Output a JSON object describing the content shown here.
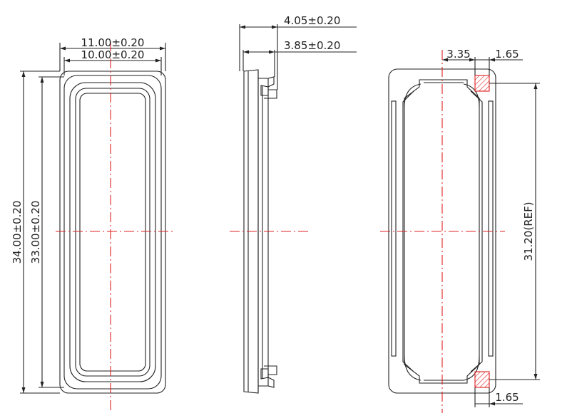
{
  "colors": {
    "line": "#222222",
    "centerline": "#e02020",
    "hatch": "#e02020",
    "background": "#ffffff"
  },
  "front_view": {
    "dim_width_outer": "11.00±0.20",
    "dim_width_inner": "10.00±0.20",
    "dim_height_outer": "34.00±0.20",
    "dim_height_inner": "33.00±0.20"
  },
  "side_view": {
    "dim_thickness_total": "4.05±0.20",
    "dim_thickness_body": "3.85±0.20"
  },
  "back_view": {
    "dim_pad_offset": "3.35",
    "dim_pad_size_top": "1.65",
    "dim_pad_size_bottom": "1.65",
    "dim_pad_pitch": "31.20(REF)"
  }
}
